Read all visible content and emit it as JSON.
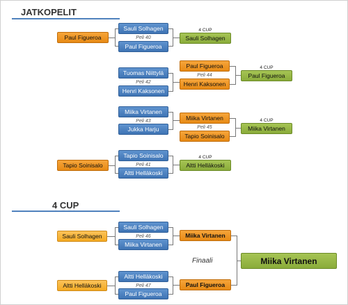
{
  "jatkopelit": {
    "title": "JATKOPELIT",
    "group1": {
      "bye": "Paul Figueroa",
      "top": "Sauli Solhagen",
      "game": "Peli 40",
      "bottom": "Paul Figueroa",
      "cup": "4 CUP",
      "winner": "Sauli Solhagen"
    },
    "group2": {
      "top": "Tuomas Niittylä",
      "game": "Peli 42",
      "bottom": "Henri Kaksonen",
      "next_top": "Paul Figueroa",
      "next_game": "Peli 44",
      "next_bottom": "Henri Kaksonen",
      "cup": "4 CUP",
      "winner": "Paul Figueroa"
    },
    "group3": {
      "top": "Miika Virtanen",
      "game": "Peli 43",
      "bottom": "Jukka Harju",
      "next_top": "Miika Virtanen",
      "next_game": "Peli 45",
      "next_bottom": "Tapio Soinisalo",
      "cup": "4 CUP",
      "winner": "Miika Virtanen"
    },
    "group4": {
      "bye": "Tapio Soinisalo",
      "top": "Tapio Soinisalo",
      "game": "Peli 41",
      "bottom": "Altti Helläkoski",
      "cup": "4 CUP",
      "winner": "Altti Helläkoski"
    }
  },
  "cup4": {
    "title": "4 CUP",
    "semi1": {
      "seed": "Sauli Solhagen",
      "top": "Sauli Solhagen",
      "game": "Peli 46",
      "bottom": "Miika Virtanen",
      "winner": "Miika Virtanen"
    },
    "semi2": {
      "seed": "Altti Helläkoski",
      "top": "Altti Helläkoski",
      "game": "Peli 47",
      "bottom": "Paul Figueroa",
      "winner": "Paul Figueroa"
    },
    "final_label": "Finaali",
    "champion": "Miika Virtanen"
  }
}
